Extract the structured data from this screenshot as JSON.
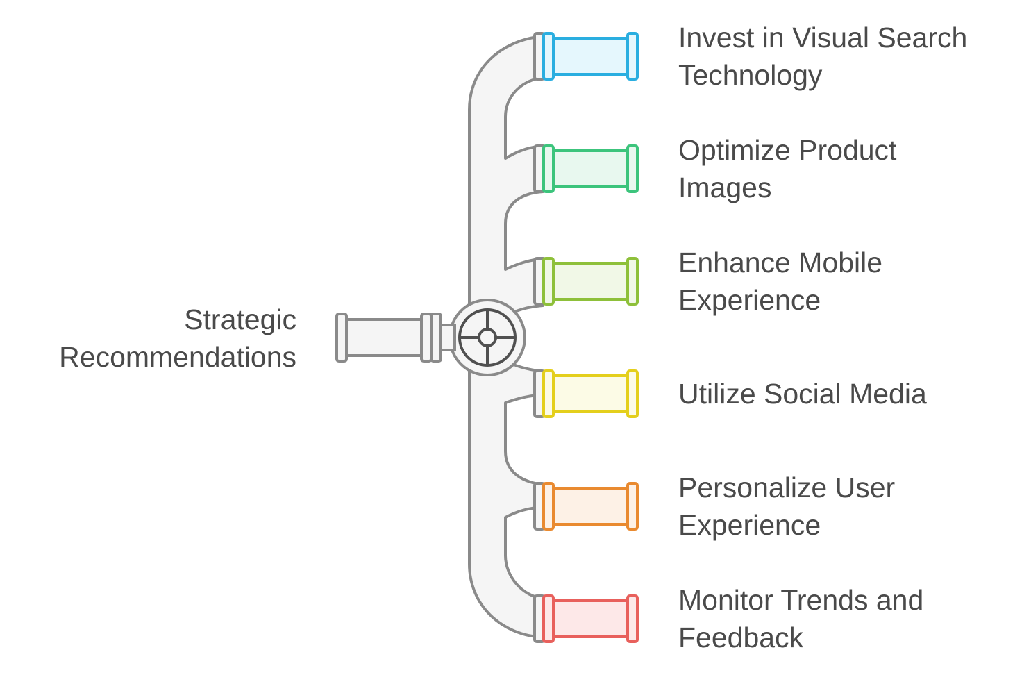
{
  "source": {
    "lines": [
      "Strategic",
      "Recommendations"
    ]
  },
  "branches": [
    {
      "lines": [
        "Invest in Visual Search",
        "Technology"
      ],
      "color": "#2aaee0",
      "fill": "#e5f7fd"
    },
    {
      "lines": [
        "Optimize Product",
        "Images"
      ],
      "color": "#3cc47c",
      "fill": "#e8f8ef"
    },
    {
      "lines": [
        "Enhance Mobile",
        "Experience"
      ],
      "color": "#8ec03a",
      "fill": "#f1f8e7"
    },
    {
      "lines": [
        "Utilize Social Media"
      ],
      "color": "#e4cf1c",
      "fill": "#fcfbe6"
    },
    {
      "lines": [
        "Personalize User",
        "Experience"
      ],
      "color": "#e98a30",
      "fill": "#fdf1e6"
    },
    {
      "lines": [
        "Monitor Trends and",
        "Feedback"
      ],
      "color": "#e8605c",
      "fill": "#fde8e8"
    }
  ],
  "pipe": {
    "stroke": "#8a8a8a",
    "fill": "#f5f5f5",
    "valve_stroke": "#505050"
  }
}
